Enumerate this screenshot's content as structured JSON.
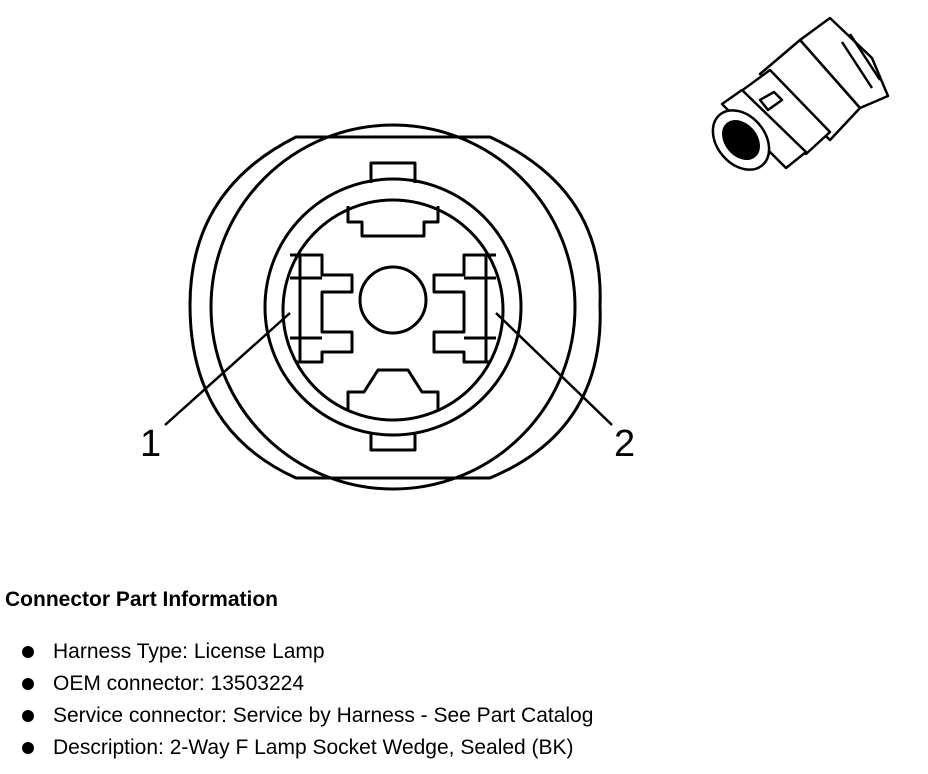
{
  "diagram": {
    "callouts": [
      {
        "label": "1"
      },
      {
        "label": "2"
      }
    ]
  },
  "info": {
    "title": "Connector Part Information",
    "items": [
      {
        "text": "Harness Type: License Lamp"
      },
      {
        "text": "OEM connector: 13503224"
      },
      {
        "text": "Service connector: Service by Harness - See Part Catalog"
      },
      {
        "text": "Description: 2-Way F Lamp Socket Wedge, Sealed (BK)"
      }
    ]
  }
}
